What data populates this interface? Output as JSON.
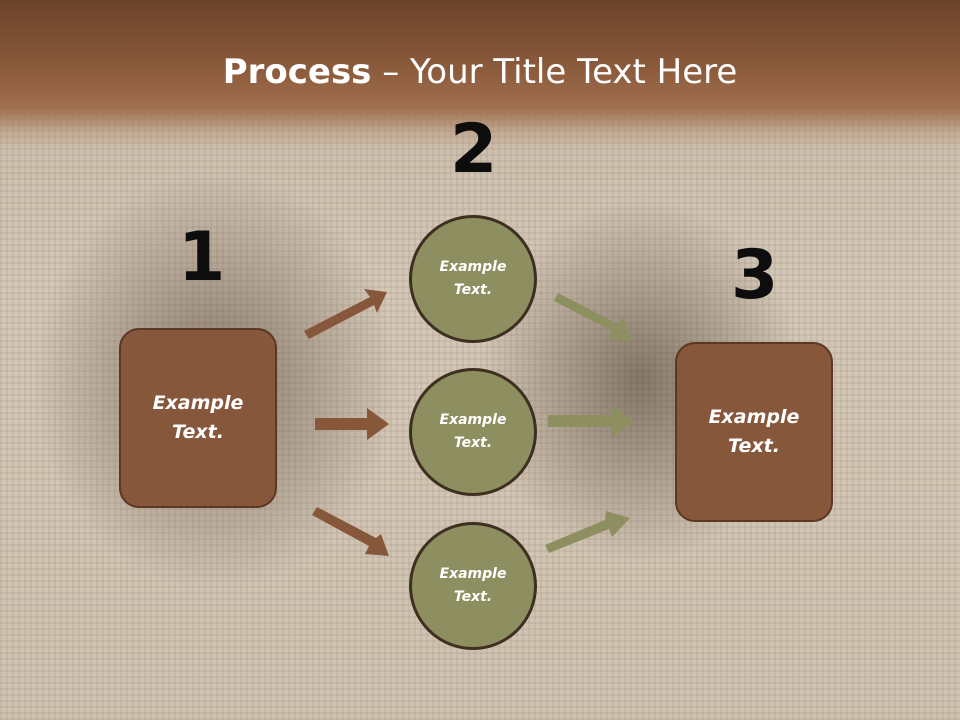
{
  "slide": {
    "title_bold": "Process",
    "title_rest": " – Your Title Text Here",
    "step_numbers": [
      "1",
      "2",
      "3"
    ],
    "left_box": "Example\nText.",
    "circles": [
      "Example\nText.",
      "Example\nText.",
      "Example\nText."
    ],
    "right_box": "Example\nText."
  },
  "colors": {
    "header_brown": "#8a5a3b",
    "box_brown": "#87573b",
    "circle_olive": "#8e8f60",
    "arrow_brown": "#87573b",
    "arrow_olive": "#8e8f60"
  }
}
